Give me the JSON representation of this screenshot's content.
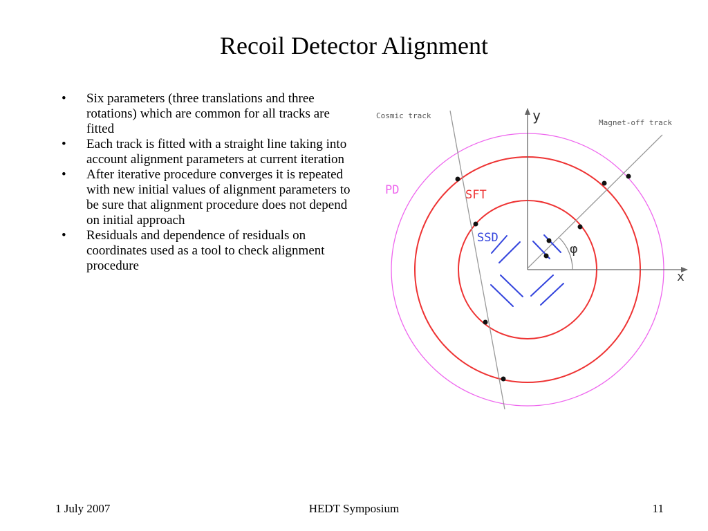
{
  "slide": {
    "title": "Recoil Detector Alignment",
    "bullets": [
      "Six parameters (three translations and three rotations) which are common for all tracks are fitted",
      "Each track is fitted with a straight line taking into account alignment parameters at current iteration",
      "After iterative procedure converges it is repeated with new initial values of alignment parameters to be sure that alignment procedure does not depend on initial approach",
      "Residuals and dependence of residuals on coordinates used as a tool to check alignment procedure"
    ]
  },
  "diagram": {
    "labels": {
      "cosmic_track": "Cosmic track",
      "magnet_off_track": "Magnet-off track",
      "y_axis": "y",
      "x_axis": "x",
      "phi": "φ",
      "pd": "PD",
      "sft": "SFT",
      "ssd": "SSD"
    },
    "colors": {
      "pd": "#ee66ee",
      "sft": "#ee3333",
      "ssd": "#3344dd",
      "tracks": "#999999",
      "text": "#555555"
    }
  },
  "footer": {
    "date": "1 July 2007",
    "event": "HEDT Symposium",
    "page": "11"
  }
}
